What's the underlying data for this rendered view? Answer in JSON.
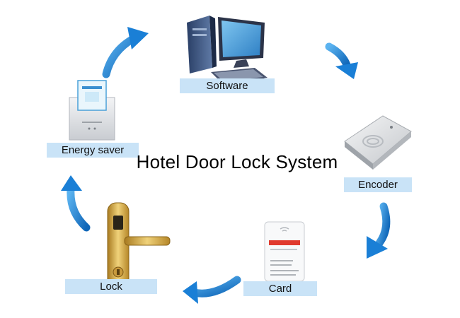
{
  "diagram": {
    "title": "Hotel Door Lock System",
    "nodes": [
      {
        "id": "software",
        "label": "Software"
      },
      {
        "id": "encoder",
        "label": "Encoder"
      },
      {
        "id": "card",
        "label": "Card"
      },
      {
        "id": "lock",
        "label": "Lock"
      },
      {
        "id": "energy_saver",
        "label": "Energy saver"
      }
    ],
    "arrow_color": "#1a7fd6",
    "label_bg_color": "#c9e3f7"
  }
}
